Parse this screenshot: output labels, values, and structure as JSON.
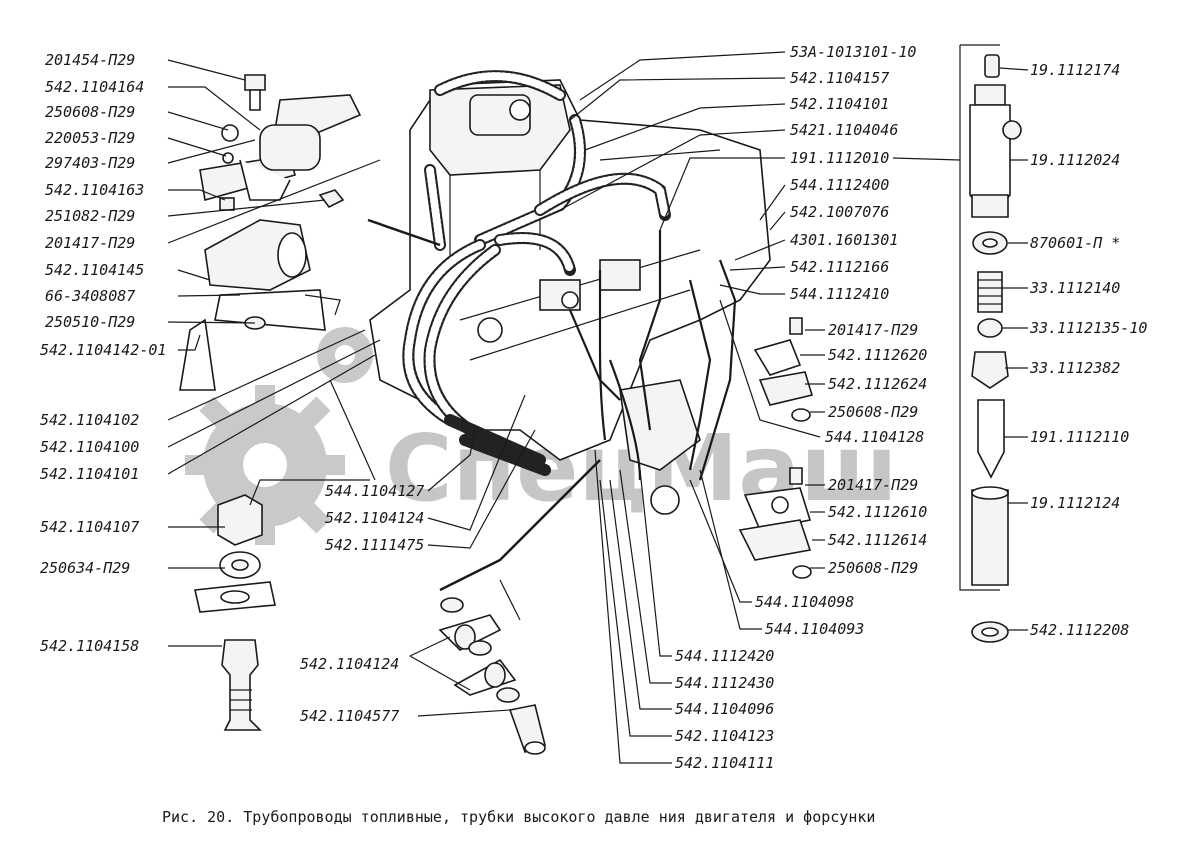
{
  "caption": "Рис. 20. Трубопроводы топливные, трубки высокого давле ния двигателя и форсунки",
  "watermark": "СпецМаш",
  "labels": {
    "left": [
      "201454-П29",
      "542.1104164",
      "250608-П29",
      "220053-П29",
      "297403-П29",
      "542.1104163",
      "251082-П29",
      "201417-П29",
      "542.1104145",
      "66-3408087",
      "250510-П29",
      "542.1104142-01",
      "542.1104102",
      "542.1104100",
      "542.1104101",
      "542.1104107",
      "250634-П29",
      "542.1104158",
      "542.1104124",
      "542.1104577"
    ],
    "center": [
      "544.1104127",
      "542.1104124",
      "542.1111475"
    ],
    "top_right": [
      "53А-1013101-10",
      "542.1104157",
      "542.1104101",
      "5421.1104046",
      "191.1112010",
      "544.1112400",
      "542.1007076",
      "4301.1601301",
      "542.1112166",
      "544.1112410"
    ],
    "right_mid": [
      "201417-П29",
      "542.1112620",
      "542.1112624",
      "250608-П29",
      "544.1104128",
      "201417-П29",
      "542.1112610",
      "542.1112614",
      "250608-П29"
    ],
    "bottom_center": [
      "544.1104098",
      "544.1104093",
      "544.1112420",
      "544.1112430",
      "544.1104096",
      "542.1104123",
      "542.1104111"
    ],
    "injector": [
      "19.1112174",
      "19.1112024",
      "870601-П *",
      "33.1112140",
      "33.1112135-10",
      "33.1112382",
      "191.1112110",
      "19.1112124",
      "542.1112208"
    ]
  }
}
